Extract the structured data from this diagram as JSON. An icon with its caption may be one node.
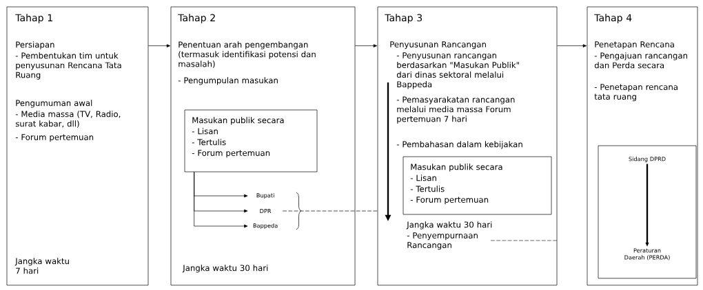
{
  "diagram": {
    "nodes": [
      {
        "text": [
          "Tahap 1",
          "Persiapan",
          "- Pembentukan tim untuk penyusunan Rencana Tata Ruang",
          "Pengumuman awal",
          "- Media massa (TV, Radio, surat kabar, dll)",
          "- Forum pertemuan",
          "Jangka waktu 7 hari"
        ]
      },
      {
        "text": [
          "Tahap 2",
          "Penentuan arah pengembangan (termasuk identifikasi potensi dan masalah)",
          "- Pengumpulan masukan",
          "Jangka waktu 30 hari"
        ]
      },
      {
        "text": [
          "Masukan publik secara",
          "- Lisan",
          "- Tertulis",
          "- Forum pertemuan"
        ],
        "in": 1
      },
      {
        "text": [
          "Bupati"
        ],
        "in": 1
      },
      {
        "text": [
          "DPR"
        ],
        "in": 1
      },
      {
        "text": [
          "Bappeda"
        ],
        "in": 1
      },
      {
        "text": [
          "Tahap 3",
          "Penyusunan Rancangan",
          "- Penyusunan rancangan berdasarkan \"Masukan Publik\" dari dinas sektoral melalui Bappeda",
          "- Pemasyarakatan rancangan melalui media massa Forum pertemuan 7 hari",
          "- Pembahasan dalam kebijakan",
          "Jangka waktu 30 hari",
          "- Penyempurnaan Rancangan"
        ]
      },
      {
        "text": [
          "Masukan publik secara",
          "- Lisan",
          "- Tertulis",
          "- Forum pertemuan"
        ],
        "in": 6
      },
      {
        "text": [
          "Tahap 4",
          "Penetapan Rencana",
          "- Pengajuan rancangan dan Perda secara",
          "- Penetapan rencana tata ruang"
        ]
      },
      {
        "text": [],
        "shape": "box",
        "in": 8
      },
      {
        "text": [
          "Sidang DPRD"
        ],
        "in": 9
      },
      {
        "text": [
          "Peraturan Daerah (PERDA)"
        ],
        "in": 9
      }
    ],
    "edges": [
      {
        "from": 0,
        "to": 1,
        "arrow": "to"
      },
      {
        "from": 1,
        "to": 6,
        "arrow": "to"
      },
      {
        "from": 6,
        "to": 8,
        "arrow": "to"
      },
      {
        "from": 2,
        "to": 3,
        "arrow": "to"
      },
      {
        "from": 2,
        "to": 4,
        "arrow": "to"
      },
      {
        "from": 2,
        "to": 5,
        "arrow": "to"
      },
      {
        "from": 4,
        "to": 6,
        "arrow": "none",
        "style": "dashed"
      },
      {
        "from": 10,
        "to": 11,
        "arrow": "to",
        "style": "thick"
      }
    ]
  }
}
